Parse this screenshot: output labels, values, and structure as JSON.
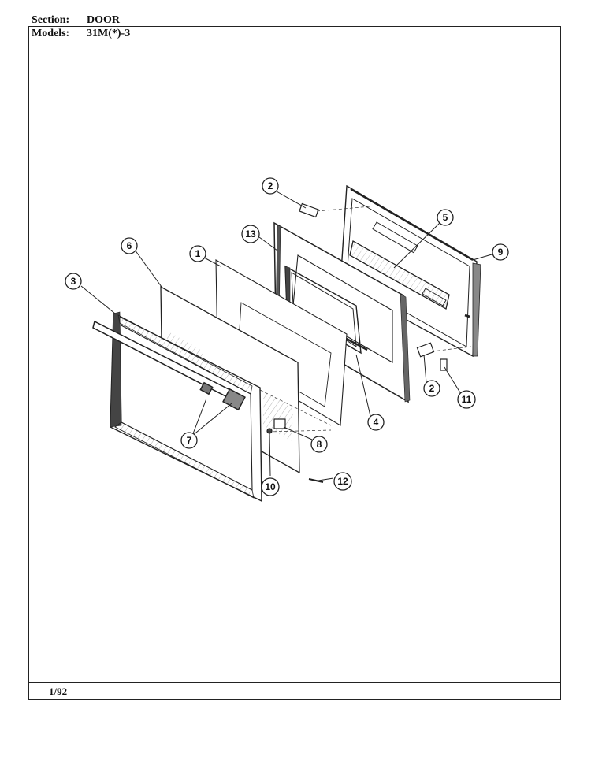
{
  "header": {
    "section_label": "Section:",
    "section_value": "DOOR",
    "models_label": "Models:",
    "models_value": "31M(*)-3"
  },
  "footer": {
    "date": "1/92"
  },
  "callouts": [
    {
      "id": "c1",
      "label": "1"
    },
    {
      "id": "c2a",
      "label": "2"
    },
    {
      "id": "c2b",
      "label": "2"
    },
    {
      "id": "c3",
      "label": "3"
    },
    {
      "id": "c4",
      "label": "4"
    },
    {
      "id": "c5",
      "label": "5"
    },
    {
      "id": "c6",
      "label": "6"
    },
    {
      "id": "c7",
      "label": "7"
    },
    {
      "id": "c8",
      "label": "8"
    },
    {
      "id": "c9",
      "label": "9"
    },
    {
      "id": "c10",
      "label": "10"
    },
    {
      "id": "c11",
      "label": "11"
    },
    {
      "id": "c12",
      "label": "12"
    },
    {
      "id": "c13",
      "label": "13"
    }
  ]
}
